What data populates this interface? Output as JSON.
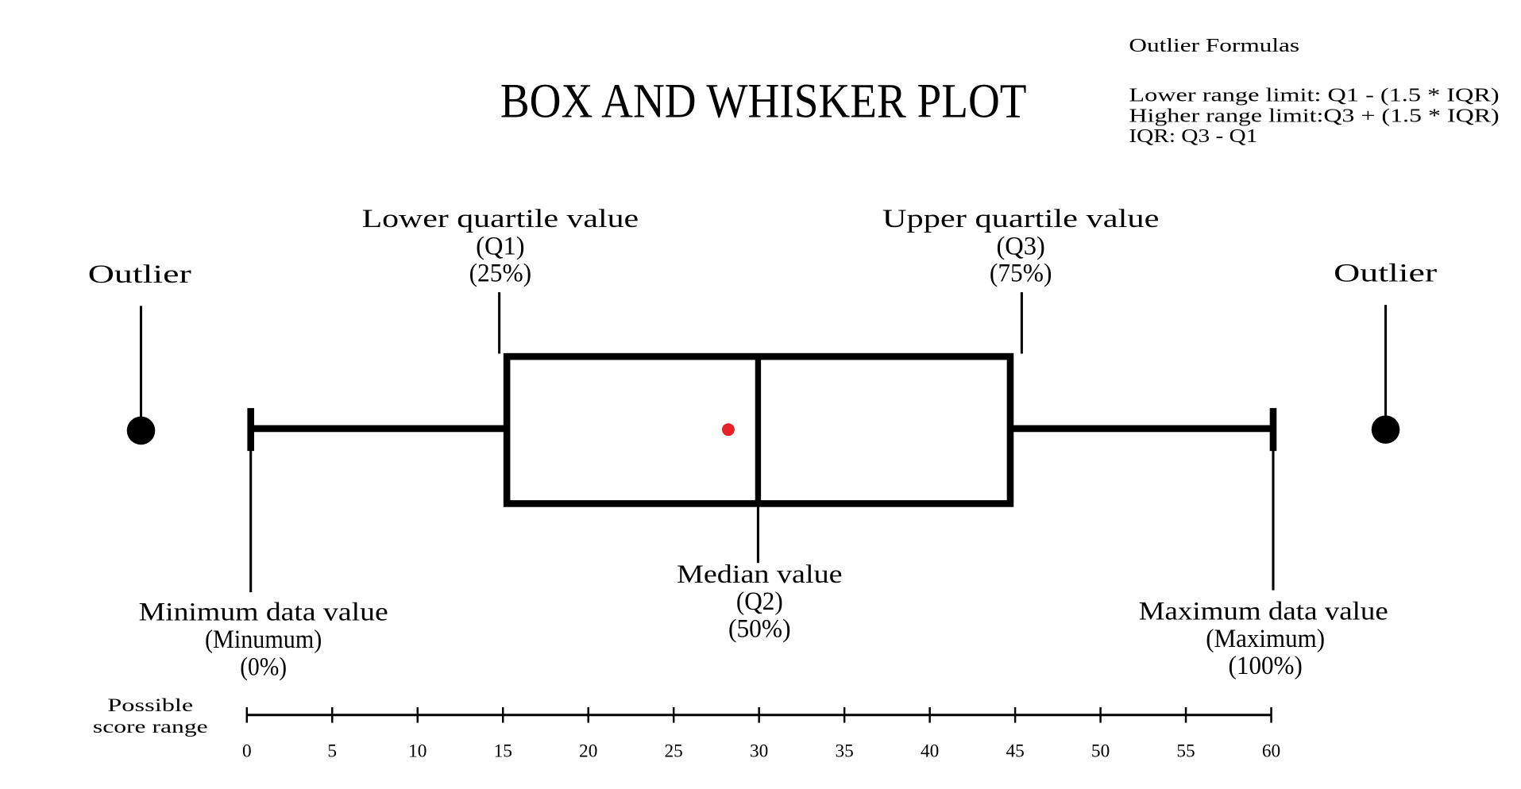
{
  "title": "BOX AND WHISKER PLOT",
  "formulas": {
    "heading": "Outlier Formulas",
    "lines": [
      "Lower range limit: Q1 - (1.5 * IQR)",
      "Higher range limit:Q3 + (1.5 * IQR)",
      "IQR: Q3 - Q1"
    ]
  },
  "labels": {
    "outlier_left": "Outlier",
    "outlier_right": "Outlier",
    "q1": [
      "Lower quartile value",
      "(Q1)",
      "(25%)"
    ],
    "q3": [
      "Upper quartile value",
      "(Q3)",
      "(75%)"
    ],
    "median": [
      "Median value",
      "(Q2)",
      "(50%)"
    ],
    "min": [
      "Minimum data value",
      "(Minumum)",
      "(0%)"
    ],
    "max": [
      "Maximum data value",
      "(Maximum)",
      "(100%)"
    ],
    "axis": [
      "Possible",
      "score range"
    ]
  },
  "colors": {
    "stroke": "#000000",
    "mean_dot": "#e8202a"
  },
  "chart_data": {
    "type": "boxplot",
    "title": "BOX AND WHISKER PLOT",
    "xlabel": "Possible score range",
    "xlim": [
      0,
      60
    ],
    "ticks": [
      0,
      5,
      10,
      15,
      20,
      25,
      30,
      35,
      40,
      45,
      50,
      55,
      60
    ],
    "tick_labels": [
      "0",
      "5",
      "10",
      "15",
      "20",
      "25",
      "30",
      "35",
      "40",
      "45",
      "50",
      "55",
      "60"
    ],
    "min": 0,
    "q1": 15,
    "median": 30,
    "q3": 45,
    "max": 60,
    "mean": 28.2,
    "outliers": [
      -6.2,
      66.7
    ]
  }
}
